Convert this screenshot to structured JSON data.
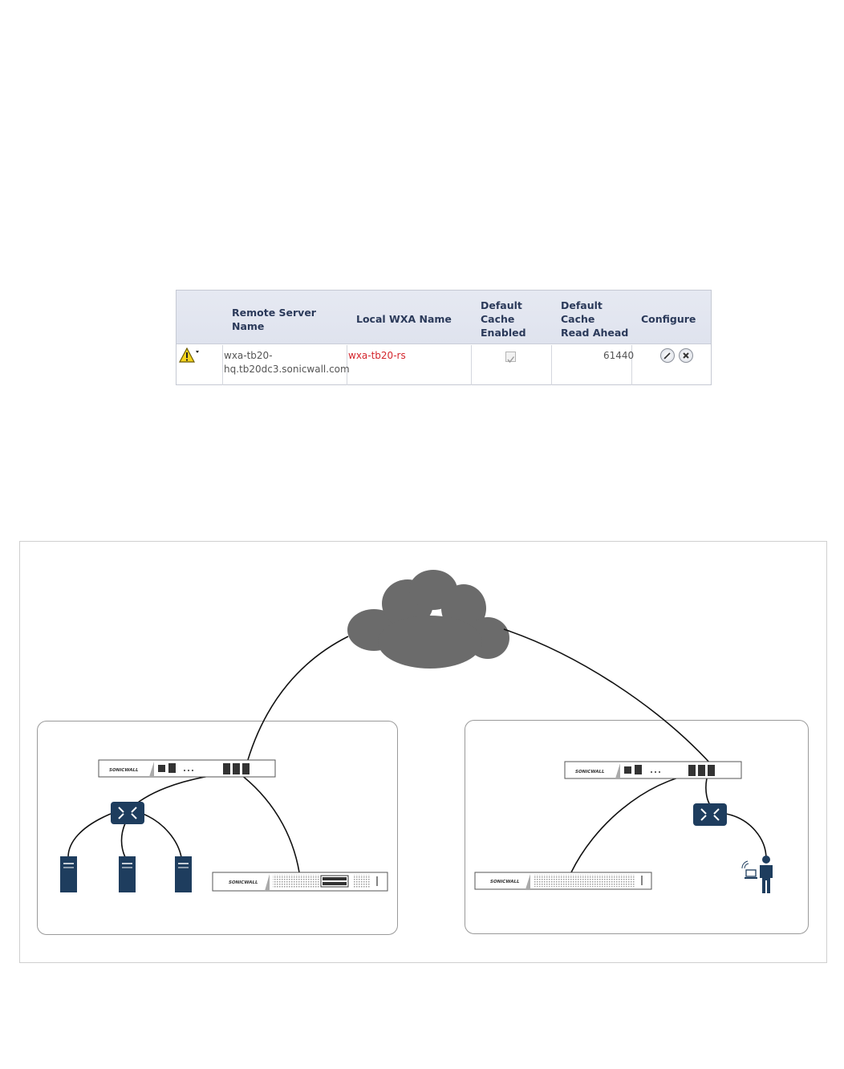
{
  "table": {
    "headers": {
      "remote_server_name": "Remote Server\nName",
      "local_wxa_name": "Local WXA Name",
      "default_cache_enabled": "Default\nCache\nEnabled",
      "default_cache_read_ahead": "Default\nCache\nRead Ahead",
      "configure": "Configure"
    },
    "rows": [
      {
        "status_icon": "warning-icon",
        "remote_server_name": "wxa-tb20-\nhq.tb20dc3.sonicwall.com",
        "local_wxa_name": "wxa-tb20-rs",
        "default_cache_enabled": true,
        "default_cache_read_ahead": "61440",
        "configure_icons": [
          "edit-icon",
          "delete-icon"
        ]
      }
    ]
  },
  "diagram": {
    "devices": {
      "brand": "SONICWALL"
    },
    "colors": {
      "cloud": "#6b6b6b",
      "device_dark": "#1e3d5e",
      "link_text": "#d4252c"
    }
  }
}
